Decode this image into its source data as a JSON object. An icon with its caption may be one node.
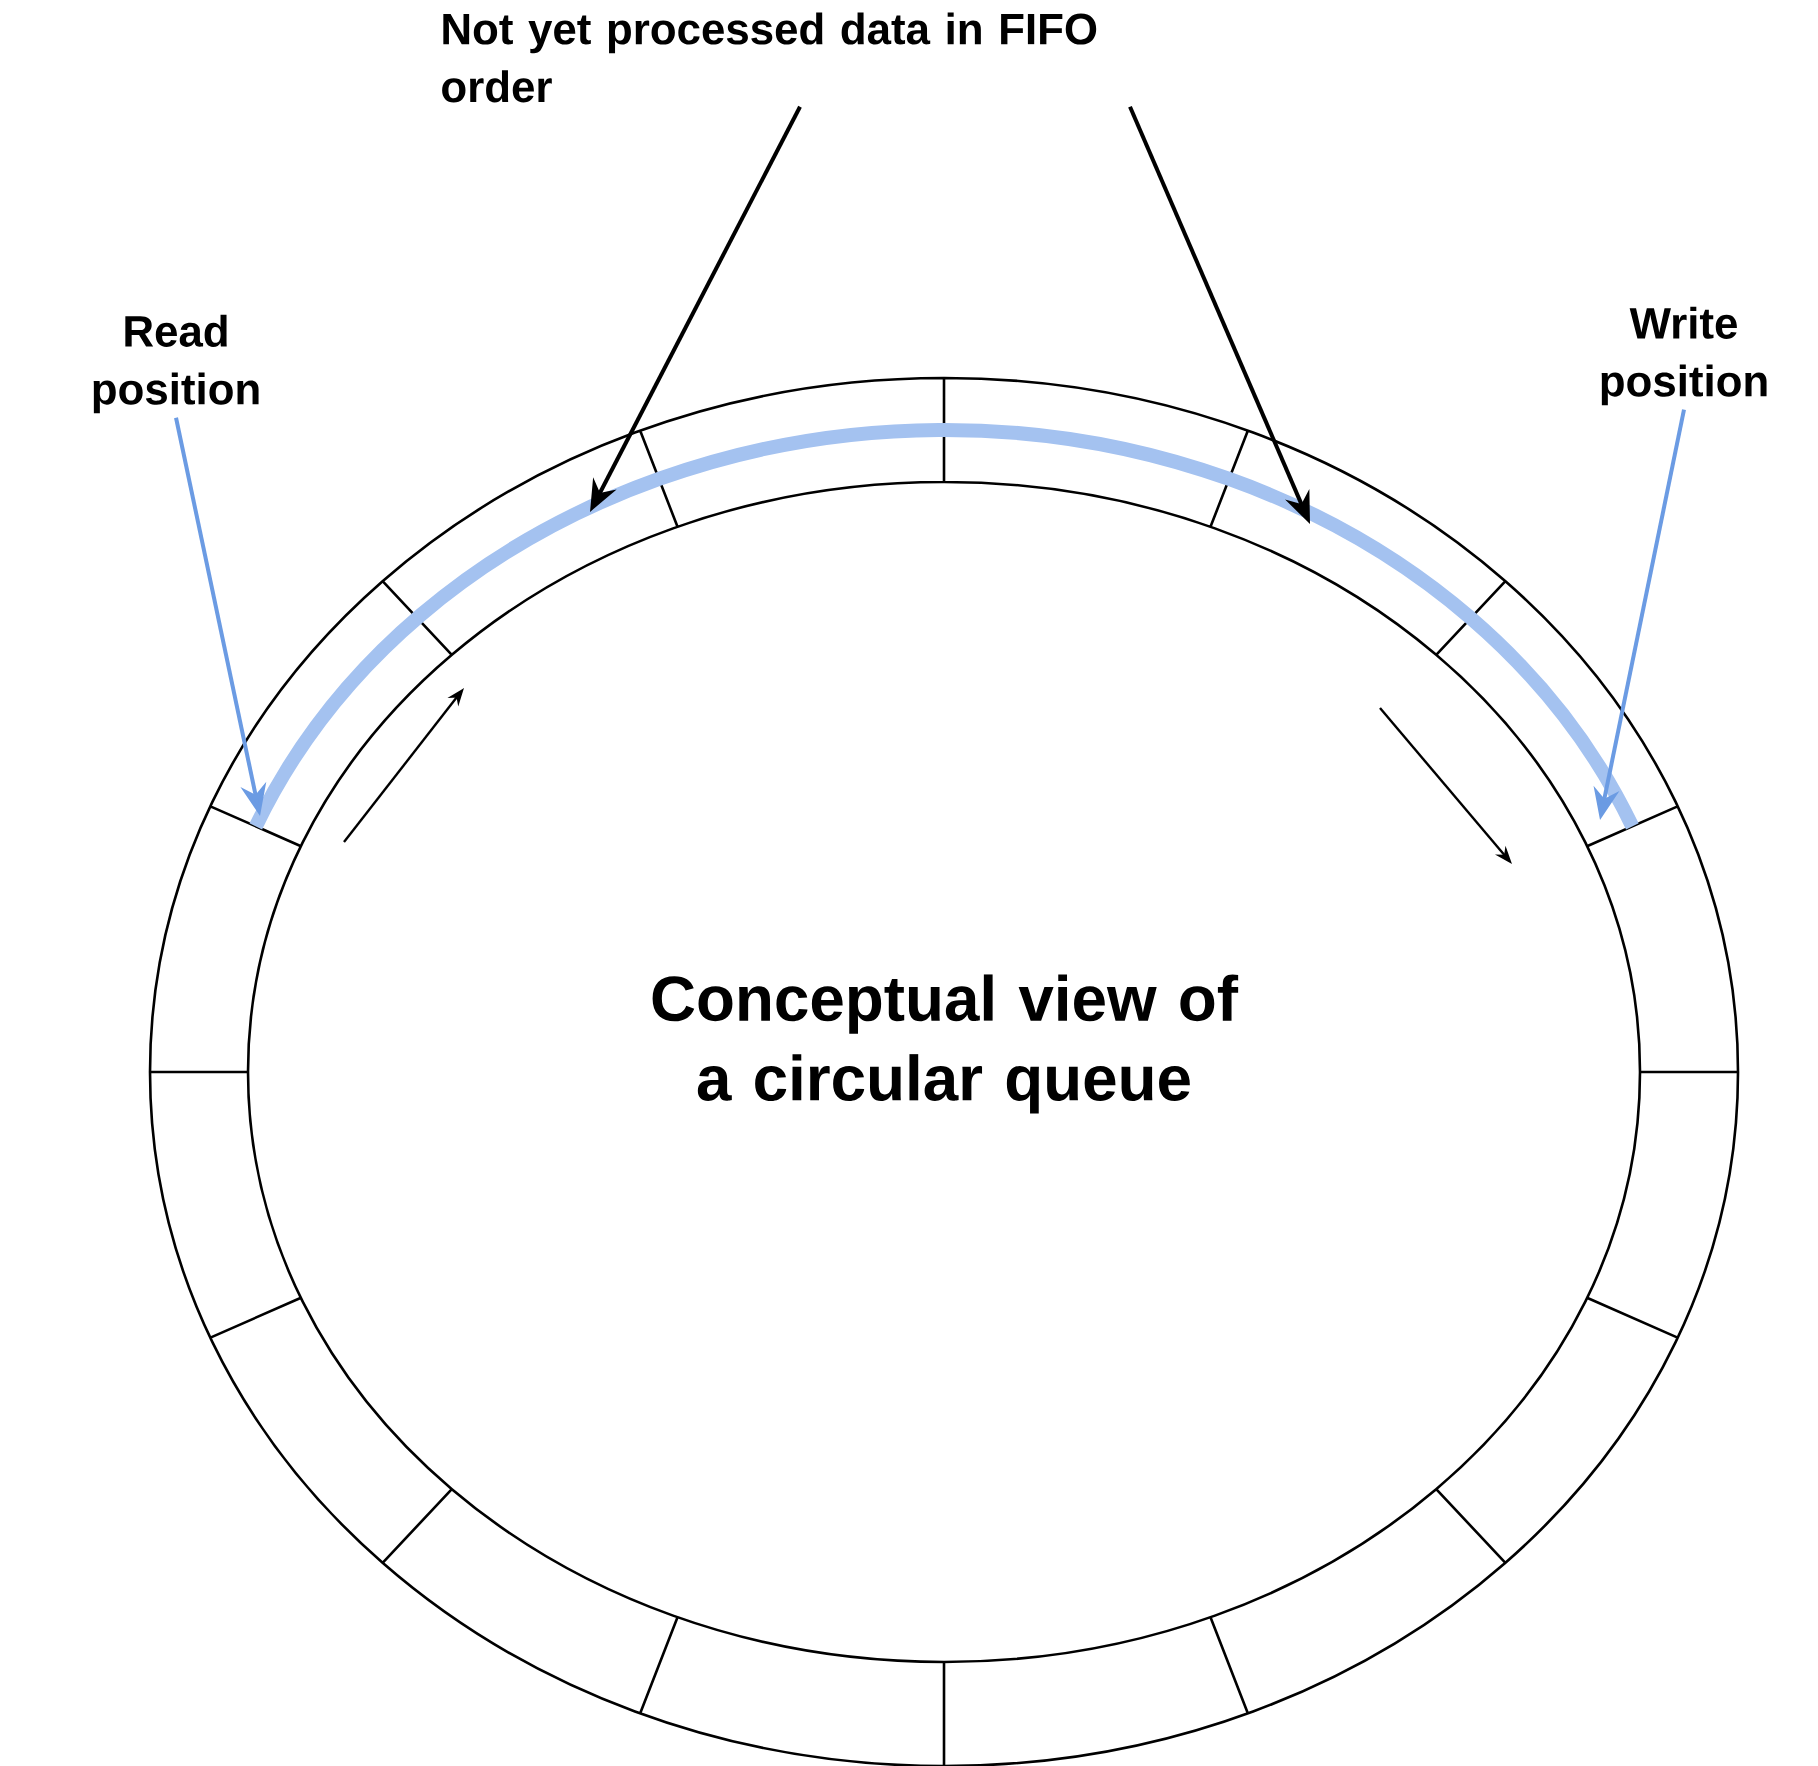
{
  "diagram": {
    "nodes": [
      {
        "text": [
          "Read position"
        ]
      },
      {
        "text": [
          "Write position"
        ]
      },
      {
        "text": [
          "Not yet processed data in FIFO order"
        ]
      }
    ],
    "edges": [
      {
        "from": 0,
        "to": null,
        "arrow": "to",
        "color": "#6b9be3"
      },
      {
        "from": 1,
        "to": null,
        "arrow": "to",
        "color": "#6b9be3"
      },
      {
        "from": 2,
        "to": null,
        "arrow": "to",
        "color": "#000000"
      },
      {
        "from": 2,
        "to": null,
        "arrow": "to",
        "color": "#000000"
      }
    ],
    "labels": [
      "Conceptual view of a circular queue"
    ]
  }
}
